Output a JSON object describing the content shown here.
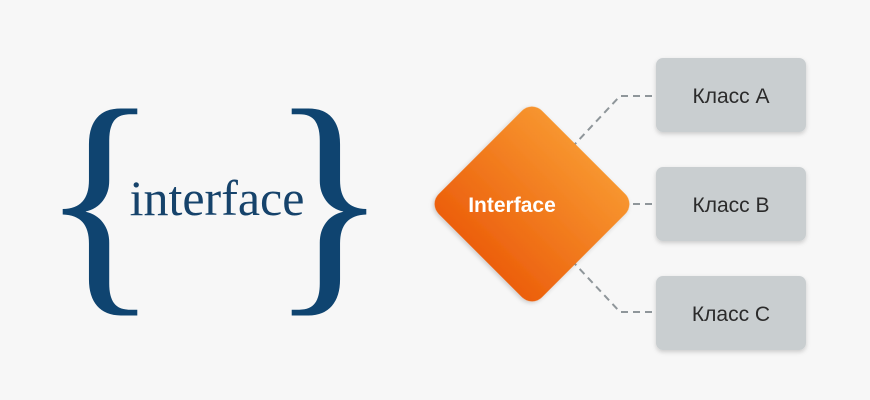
{
  "left_panel": {
    "keyword": "interface",
    "open_brace": "{",
    "close_brace": "}"
  },
  "diagram": {
    "center_label": "Interface",
    "classes": [
      {
        "label": "Класс A"
      },
      {
        "label": "Класс B"
      },
      {
        "label": "Класс C"
      }
    ]
  },
  "colors": {
    "background": "#f7f7f7",
    "brace": "#0f4470",
    "keyword": "#16436b",
    "diamond_top": "#f6892b",
    "diamond_bottom": "#ee6410",
    "box_fill": "#c9ced0",
    "box_text": "#2b2b2b",
    "arrow": "#8f969a"
  }
}
